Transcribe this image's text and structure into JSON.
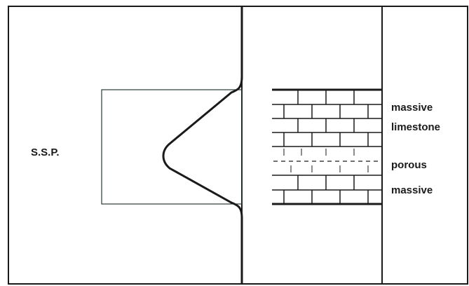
{
  "labels": {
    "ssp": "S.S.P.",
    "massive_1": "massive",
    "limestone": "limestone",
    "porous": "porous",
    "massive_2": "massive"
  },
  "colors": {
    "ink": "#1a1a1a",
    "box_line": "#2b3b33",
    "background": "#ffffff"
  }
}
